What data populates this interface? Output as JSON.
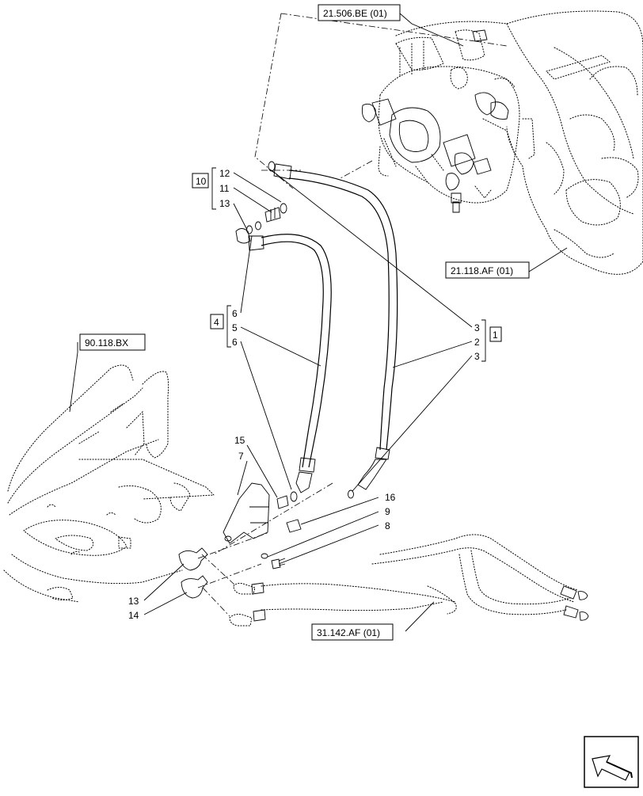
{
  "references": {
    "ref_21506": "21.506.BE (01)",
    "ref_21118": "21.118.AF (01)",
    "ref_90118": "90.118.BX",
    "ref_31142": "31.142.AF (01)"
  },
  "groups": {
    "group_10": "10",
    "group_4": "4",
    "group_1": "1"
  },
  "callouts": {
    "n12": "12",
    "n11": "11",
    "n13a": "13",
    "n6a": "6",
    "n5": "5",
    "n6b": "6",
    "n3a": "3",
    "n2": "2",
    "n3b": "3",
    "n15": "15",
    "n7": "7",
    "n16": "16",
    "n9": "9",
    "n8": "8",
    "n13b": "13",
    "n14": "14"
  },
  "icons": {
    "nav": "navigation-arrow-icon"
  }
}
